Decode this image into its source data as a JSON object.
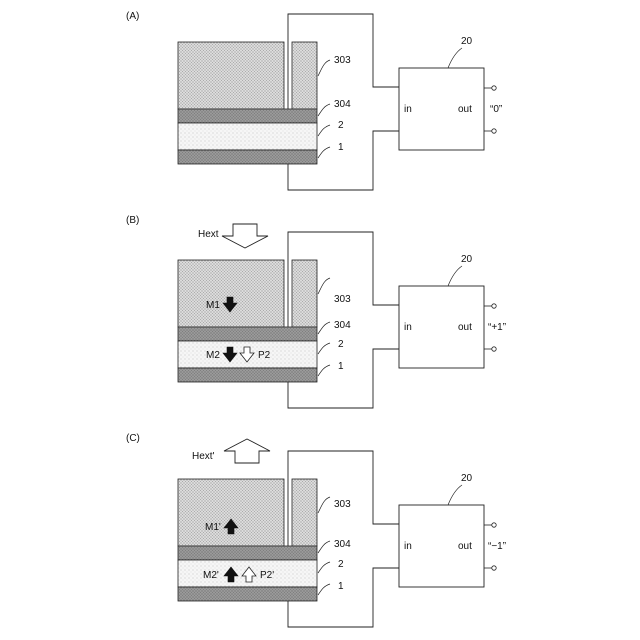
{
  "colors": {
    "background": "#ffffff",
    "stroke": "#222222",
    "thick_layer_fill": "#dcdcdc",
    "dark_layer_fill": "#9a9a9a",
    "light_layer_fill": "#f4f4f4"
  },
  "panels": [
    {
      "panel_label": "(A)",
      "circuit_label": "20",
      "in_label": "in",
      "out_label": "out",
      "output_value": "“0”",
      "layer_303": "303",
      "layer_304": "304",
      "layer_2": "2",
      "layer_1": "1",
      "field_label": "",
      "field_direction": "none",
      "m1_label": "",
      "m2_label": "",
      "p2_label": "",
      "m1_direction": "none",
      "m2_direction": "none",
      "p2_direction": "none"
    },
    {
      "panel_label": "(B)",
      "circuit_label": "20",
      "in_label": "in",
      "out_label": "out",
      "output_value": "“+1”",
      "layer_303": "303",
      "layer_304": "304",
      "layer_2": "2",
      "layer_1": "1",
      "field_label": "Hext",
      "field_direction": "down",
      "m1_label": "M1",
      "m2_label": "M2",
      "p2_label": "P2",
      "m1_direction": "down",
      "m2_direction": "down",
      "p2_direction": "down"
    },
    {
      "panel_label": "(C)",
      "circuit_label": "20",
      "in_label": "in",
      "out_label": "out",
      "output_value": "“−1”",
      "layer_303": "303",
      "layer_304": "304",
      "layer_2": "2",
      "layer_1": "1",
      "field_label": "Hext'",
      "field_direction": "up",
      "m1_label": "M1'",
      "m2_label": "M2'",
      "p2_label": "P2'",
      "m1_direction": "up",
      "m2_direction": "up",
      "p2_direction": "up"
    }
  ]
}
